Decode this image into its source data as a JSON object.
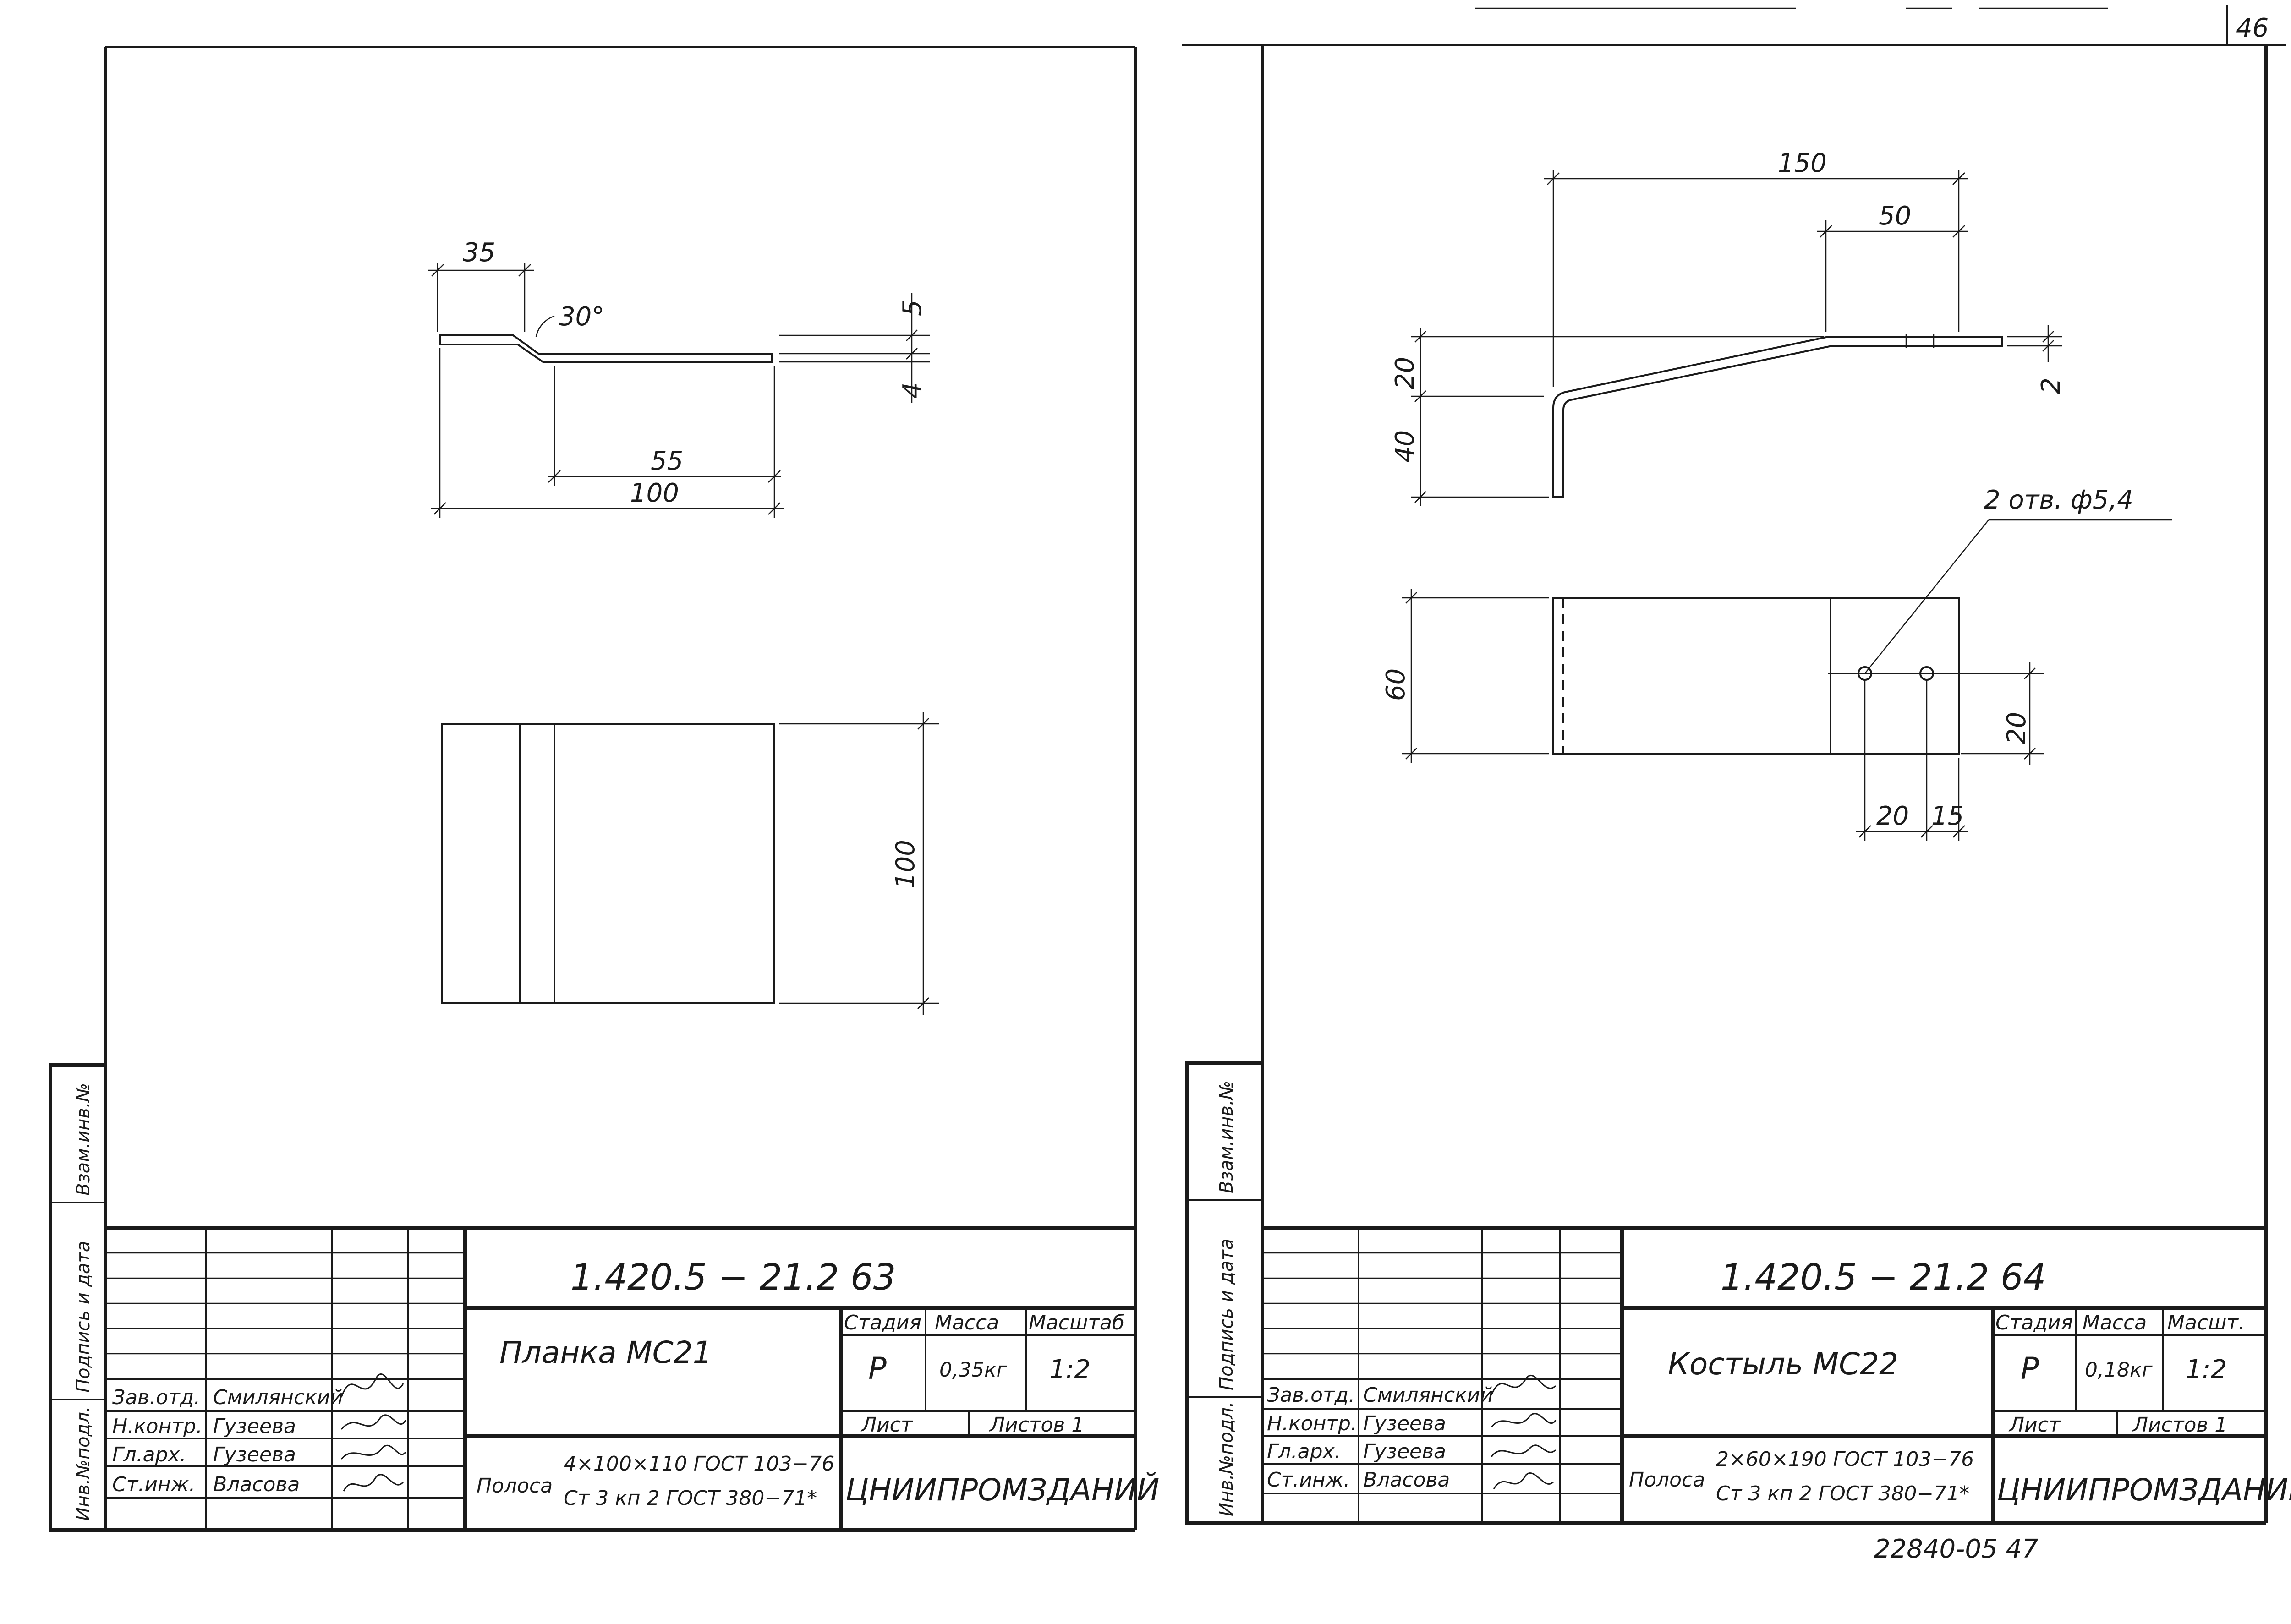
{
  "page_number": "46",
  "archive_number": "22840-05 47",
  "sheets": [
    {
      "drawing_code": "1.420.5 − 21.2 63",
      "part_name": "Планка МС21",
      "stage": "Р",
      "mass": "0,35кг",
      "scale": "1:2",
      "header_stage": "Стадия",
      "header_mass": "Масса",
      "header_scale": "Масштаб",
      "sheet_label": "Лист",
      "sheets_label": "Листов 1",
      "material_prefix": "Полоса",
      "material_line1": "4×100×110 ГОСТ 103−76",
      "material_line2": "Ст 3 кп 2 ГОСТ 380−71*",
      "organization": "ЦНИИПРОМЗДАНИЙ",
      "roles": [
        "Зав.отд.",
        "Н.контр.",
        "Гл.арх.",
        "Ст.инж."
      ],
      "names": [
        "Смилянский",
        "Гузеева",
        "Гузеева",
        "Власова"
      ],
      "side_labels": [
        "Инв.№подл.",
        "Подпись и дата",
        "Взам.инв.№"
      ],
      "dimensions": {
        "left_flange": "35",
        "angle": "30°",
        "thickness": "4",
        "offset": "5",
        "right_flange": "55",
        "total_length": "100",
        "width": "100"
      }
    },
    {
      "drawing_code": "1.420.5 − 21.2 64",
      "part_name": "Костыль МС22",
      "stage": "Р",
      "mass": "0,18кг",
      "scale": "1:2",
      "header_stage": "Стадия",
      "header_mass": "Масса",
      "header_scale": "Масшт.",
      "sheet_label": "Лист",
      "sheets_label": "Листов 1",
      "material_prefix": "Полоса",
      "material_line1": "2×60×190 ГОСТ 103−76",
      "material_line2": "Ст 3 кп 2 ГОСТ 380−71*",
      "organization": "ЦНИИПРОМЗДАНИЙ",
      "roles": [
        "Зав.отд.",
        "Н.контр.",
        "Гл.арх.",
        "Ст.инж."
      ],
      "names": [
        "Смилянский",
        "Гузеева",
        "Гузеева",
        "Власова"
      ],
      "side_labels": [
        "Инв.№подл.",
        "Подпись и дата",
        "Взам.инв.№"
      ],
      "dimensions": {
        "total_length": "150",
        "flange_length": "50",
        "rise": "20",
        "leg": "40",
        "thickness": "2",
        "holes": "2 отв. ф5,4",
        "width": "60",
        "hole_offset": "20",
        "hole_pitch": "20",
        "hole_edge": "15"
      }
    }
  ]
}
